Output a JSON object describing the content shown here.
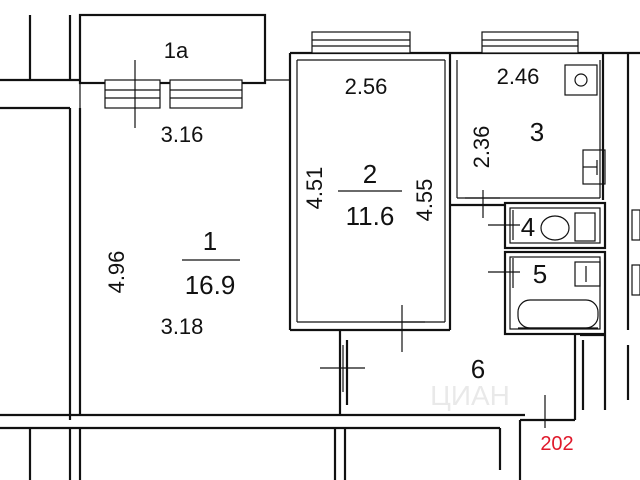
{
  "plan": {
    "rooms": [
      {
        "id": "1a",
        "number": "1a"
      },
      {
        "id": "1",
        "number": "1",
        "area": "16.9",
        "width": "3.16",
        "width2": "3.18",
        "length": "4.96"
      },
      {
        "id": "2",
        "number": "2",
        "area": "11.6",
        "width": "2.56",
        "length_left": "4.51",
        "length_right": "4.55"
      },
      {
        "id": "3",
        "number": "3",
        "width": "2.46",
        "length": "2.36"
      },
      {
        "id": "4",
        "number": "4"
      },
      {
        "id": "5",
        "number": "5"
      },
      {
        "id": "6",
        "number": "6"
      }
    ],
    "apartment_number": "202",
    "apartment_number_color": "#e0192b",
    "wall_color": "#111111",
    "watermark": "ЦИАН"
  }
}
